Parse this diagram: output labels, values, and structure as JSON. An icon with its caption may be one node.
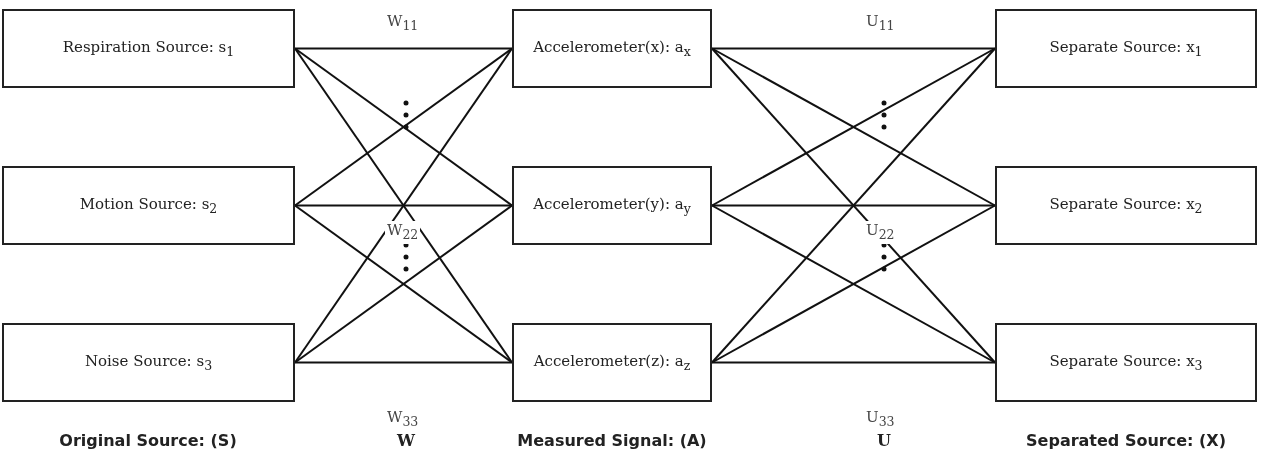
{
  "diagram": {
    "nodes": [
      {
        "text": [
          "Respiration Source: s$_{1}$"
        ]
      },
      {
        "text": [
          "Motion Source: s$_{2}$"
        ]
      },
      {
        "text": [
          "Noise Source: s$_{3}$"
        ]
      },
      {
        "text": [
          "Accelerometer(x): a$_{x}$"
        ]
      },
      {
        "text": [
          "Accelerometer(y): a$_{y}$"
        ]
      },
      {
        "text": [
          "Accelerometer(z): a$_{z}$"
        ]
      },
      {
        "text": [
          "Separate Source: x$_{1}$"
        ]
      },
      {
        "text": [
          "Separate Source: x$_{2}$"
        ]
      },
      {
        "text": [
          "Separate Source: x$_{3}$"
        ]
      }
    ],
    "edges": [
      {
        "from": 0,
        "to": 3,
        "arrow": "none",
        "label": "W$_{11}$"
      },
      {
        "from": 0,
        "to": 4,
        "arrow": "none"
      },
      {
        "from": 0,
        "to": 5,
        "arrow": "none"
      },
      {
        "from": 1,
        "to": 3,
        "arrow": "none"
      },
      {
        "from": 1,
        "to": 4,
        "arrow": "none",
        "label": "W$_{22}$"
      },
      {
        "from": 1,
        "to": 5,
        "arrow": "none"
      },
      {
        "from": 2,
        "to": 3,
        "arrow": "none"
      },
      {
        "from": 2,
        "to": 4,
        "arrow": "none"
      },
      {
        "from": 2,
        "to": 5,
        "arrow": "none",
        "label": "W$_{33}$"
      },
      {
        "from": 3,
        "to": 6,
        "arrow": "none",
        "label": "U$_{11}$"
      },
      {
        "from": 3,
        "to": 7,
        "arrow": "none"
      },
      {
        "from": 3,
        "to": 8,
        "arrow": "none"
      },
      {
        "from": 4,
        "to": 6,
        "arrow": "none"
      },
      {
        "from": 4,
        "to": 7,
        "arrow": "none",
        "label": "U$_{22}$"
      },
      {
        "from": 4,
        "to": 8,
        "arrow": "none"
      },
      {
        "from": 5,
        "to": 6,
        "arrow": "none"
      },
      {
        "from": 5,
        "to": 7,
        "arrow": "none"
      },
      {
        "from": 5,
        "to": 8,
        "arrow": "none",
        "label": "U$_{33}$"
      }
    ],
    "labels": [
      "Original Source: (S)",
      "W",
      "Measured Signal: (A)",
      "U",
      "Separated Source: (X)"
    ]
  }
}
